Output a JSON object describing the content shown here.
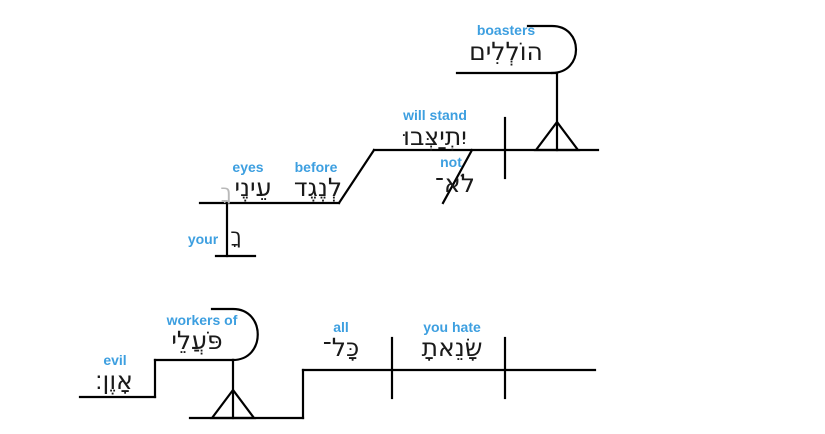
{
  "diagram": {
    "type": "hebrew-syntax-sentence-diagram",
    "gloss_color": "#3d9fe0",
    "line_color": "#000000",
    "faded_color": "#b9b9b9",
    "clauses": [
      {
        "id": "clause-1",
        "constituents": [
          {
            "id": "boasters",
            "gloss": "boasters",
            "hebrew": "הוֹלְלִים"
          },
          {
            "id": "will-stand",
            "gloss": "will stand",
            "hebrew": "יִתְיַצְּבוּ"
          },
          {
            "id": "not",
            "gloss": "not",
            "hebrew": "לֹא־"
          },
          {
            "id": "before",
            "gloss": "before",
            "hebrew": "לְנֶגֶד"
          },
          {
            "id": "eyes",
            "gloss": "eyes",
            "hebrew": "עֵינֶי"
          },
          {
            "id": "eyes-suffix-ghost",
            "gloss": "",
            "hebrew": "ךָ"
          },
          {
            "id": "your",
            "gloss": "your",
            "hebrew": "ךָ"
          }
        ]
      },
      {
        "id": "clause-2",
        "constituents": [
          {
            "id": "workers-of",
            "gloss": "workers of",
            "hebrew": "פֹּעֲלֵי"
          },
          {
            "id": "evil",
            "gloss": "evil",
            "hebrew": "אָוֶן׃"
          },
          {
            "id": "all",
            "gloss": "all",
            "hebrew": "כָּל־"
          },
          {
            "id": "you-hate",
            "gloss": "you hate",
            "hebrew": "שָׂנֵאתָ"
          }
        ]
      }
    ]
  }
}
